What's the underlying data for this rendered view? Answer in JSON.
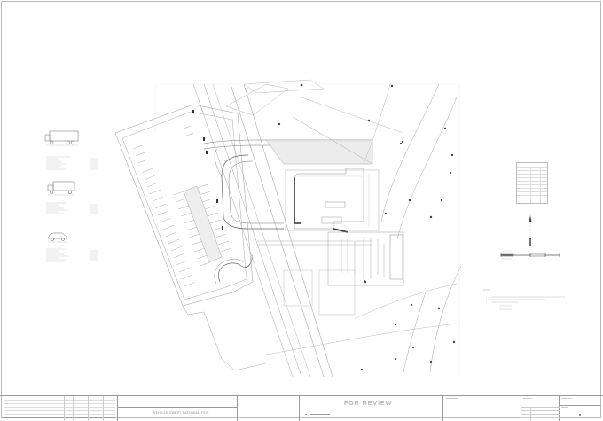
{
  "sheet": {
    "status_stamp": "FOR REVIEW",
    "project_title": "VEHICLE SWEPT PATH ANALYSIS",
    "colors": {
      "linework": "#8c8c8c",
      "building_outline": "#555555",
      "hatch_fill": "#e6e6e6",
      "border": "#999999"
    }
  },
  "title_block": {
    "revision_table": {
      "columns": [
        "",
        "",
        "",
        "",
        "",
        ""
      ],
      "rows": 7
    },
    "project_label": "",
    "project_title_label": "",
    "project_title": "VEHICLE SWEPT PATH ANALYSIS",
    "stamp": "FOR REVIEW",
    "stamp_date_label": "",
    "stamp_date": "",
    "client_label": "",
    "drawn_label": "",
    "drawing_no_label": "",
    "revision_label": ""
  },
  "legends": {
    "vehicles": [
      {
        "name": "vehicle-1",
        "spec_lines": 10
      },
      {
        "name": "vehicle-2",
        "spec_lines": 8
      },
      {
        "name": "vehicle-3",
        "spec_lines": 8
      }
    ]
  },
  "curve_table": {
    "title": "",
    "columns": 4,
    "rows": 10
  },
  "notes": {
    "heading": "",
    "items": [
      "",
      ""
    ]
  },
  "north_arrow": {
    "label": ""
  },
  "scale_bar": {
    "label": ""
  }
}
